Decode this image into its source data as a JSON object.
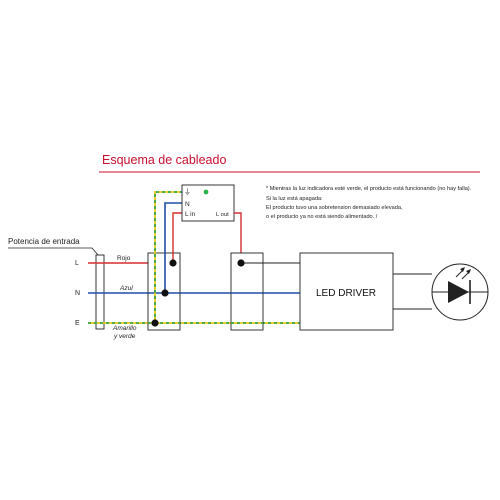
{
  "title": "Esquema de cableado",
  "input_label": "Potencia de entrada",
  "lines": {
    "L": "L",
    "N": "N",
    "E": "E"
  },
  "wire_labels": {
    "red": "Rojo",
    "blue": "Azul",
    "ground_line1": "Amarillo",
    "ground_line2": "y verde"
  },
  "module": {
    "ground_symbol": "⏚",
    "n": "N",
    "l_in": "L in",
    "l_out": "L out",
    "indicator_color": "#2db34a"
  },
  "driver_label": "LED DRIVER",
  "notes": [
    "* Mientras la luz indicadora esté verde, el producto está funcionando (no hay falla).",
    "Si la luz está apagada:",
    "El producto tuvo una sobretension demasiado elevada,",
    "o el producto ya no está siendo  alimentado. /"
  ],
  "colors": {
    "title": "#c8102e",
    "red_wire": "#d32f2f",
    "blue_wire": "#1f4fa8",
    "yellow_wire": "#e6c619",
    "green_wire": "#3aa64b",
    "black_wire": "#222222"
  }
}
